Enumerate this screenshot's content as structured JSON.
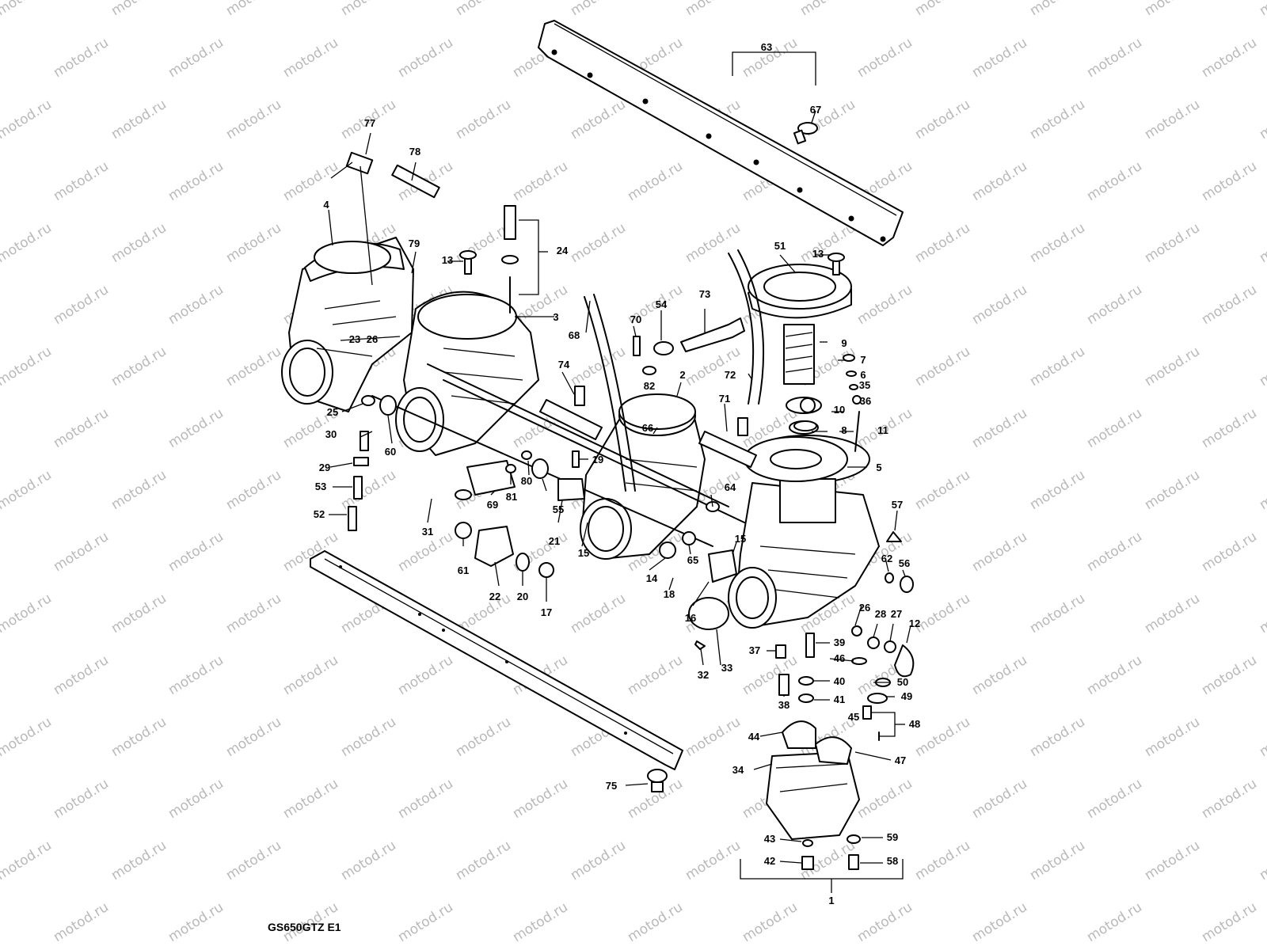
{
  "watermark": "motod.ru",
  "model_code": "GS650GTZ E1",
  "callouts": [
    "1",
    "2",
    "3",
    "4",
    "5",
    "6",
    "7",
    "8",
    "9",
    "10",
    "11",
    "12",
    "13",
    "13",
    "14",
    "15",
    "15",
    "16",
    "17",
    "18",
    "19",
    "20",
    "21",
    "22",
    "23",
    "24",
    "25",
    "26",
    "26",
    "27",
    "28",
    "29",
    "30",
    "31",
    "32",
    "33",
    "34",
    "35",
    "36",
    "37",
    "38",
    "39",
    "40",
    "41",
    "42",
    "43",
    "44",
    "45",
    "46",
    "47",
    "48",
    "49",
    "50",
    "51",
    "52",
    "53",
    "54",
    "55",
    "56",
    "57",
    "58",
    "59",
    "60",
    "61",
    "62",
    "63",
    "64",
    "65",
    "66",
    "67",
    "68",
    "69",
    "70",
    "71",
    "72",
    "73",
    "74",
    "75",
    "77",
    "78",
    "79",
    "80",
    "81",
    "82"
  ]
}
